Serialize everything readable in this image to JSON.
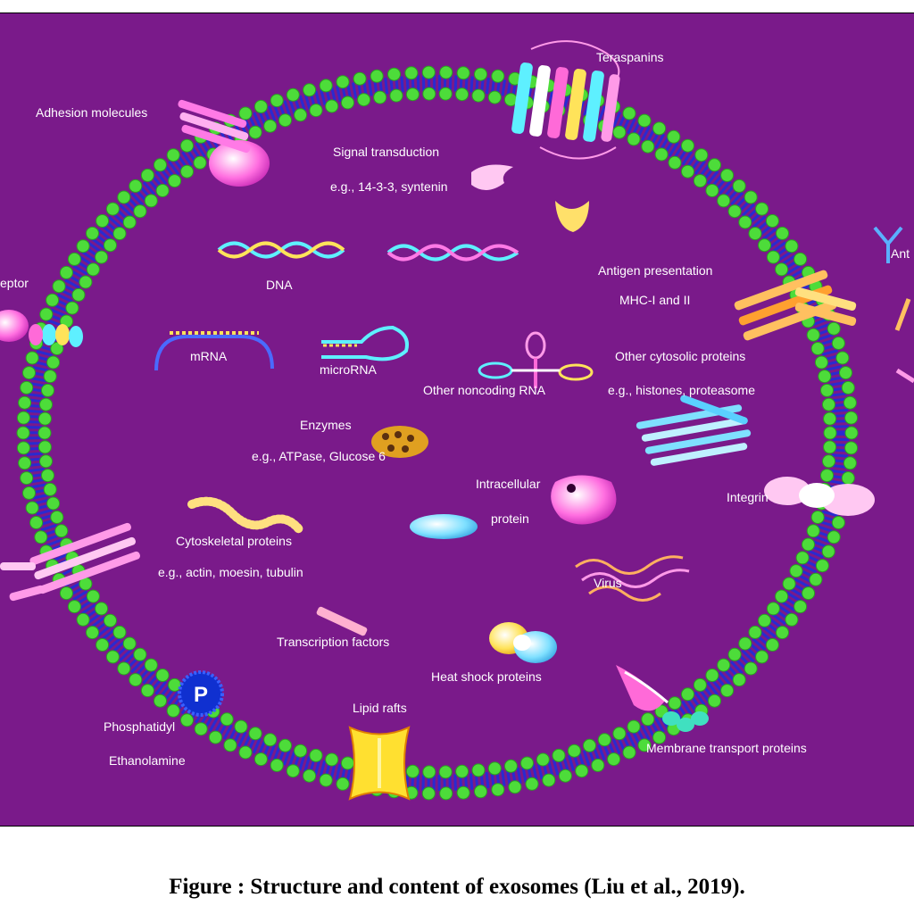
{
  "caption": "Figure : Structure  and content of exosomes (Liu et al., 2019).",
  "colors": {
    "background": "#7a1a8a",
    "membrane_head": "#4ddc3a",
    "membrane_tail": "#2a2ad0",
    "label_text": "#ffffff"
  },
  "labels": {
    "tetraspanins": "Teraspanins",
    "adhesion_molecules": "Adhesion molecules",
    "signal_transduction": "Signal transduction",
    "signal_examples": "e.g., 14-3-3, syntenin",
    "receptor": "eptor",
    "antibody": "Ant",
    "dna": "DNA",
    "antigen_presentation": "Antigen presentation",
    "mhc": "MHC-I and II",
    "mrna": "mRNA",
    "microrna": "microRNA",
    "other_noncoding_rna": "Other noncoding RNA",
    "other_cytosolic_proteins": "Other cytosolic proteins",
    "cytosolic_examples": "e.g., histones, proteasome",
    "enzymes": "Enzymes",
    "enzyme_examples": "e.g., ATPase, Glucose 6",
    "intracellular": "Intracellular",
    "protein": "protein",
    "integrin": "Integrin",
    "cytoskeletal_proteins": "Cytoskeletal proteins",
    "cytoskeletal_examples": "e.g., actin, moesin, tubulin",
    "virus": "Virus",
    "transcription_factors": "Transcription factors",
    "heat_shock_proteins": "Heat shock proteins",
    "lipid_rafts": "Lipid rafts",
    "phosphatidyl": "Phosphatidyl",
    "ethanolamine": "Ethanolamine",
    "membrane_transport_proteins": "Membrane transport proteins",
    "p_marker": "P"
  }
}
